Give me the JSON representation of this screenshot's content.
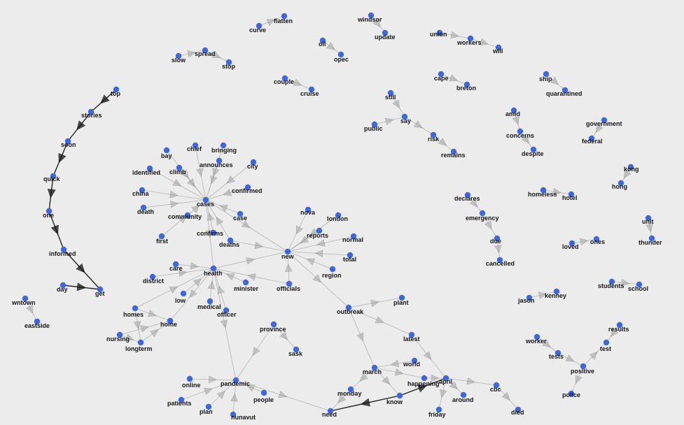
{
  "graph": {
    "style": {
      "node_color": "#3f66dc",
      "edge_color": "#b4b4b4",
      "strong_edge_color": "#222222",
      "background": "#ececec"
    },
    "nodes": [
      {
        "id": "flatten",
        "label": "flatten"
      },
      {
        "id": "curve",
        "label": "curve"
      },
      {
        "id": "spread",
        "label": "spread"
      },
      {
        "id": "slow",
        "label": "slow"
      },
      {
        "id": "stop",
        "label": "stop"
      },
      {
        "id": "oil",
        "label": "oil"
      },
      {
        "id": "opec",
        "label": "opec"
      },
      {
        "id": "windsor",
        "label": "windsor"
      },
      {
        "id": "update",
        "label": "update"
      },
      {
        "id": "union",
        "label": "union"
      },
      {
        "id": "workers",
        "label": "workers"
      },
      {
        "id": "will",
        "label": "will"
      },
      {
        "id": "couple",
        "label": "couple"
      },
      {
        "id": "cruise",
        "label": "cruise"
      },
      {
        "id": "cape",
        "label": "cape"
      },
      {
        "id": "breton",
        "label": "breton"
      },
      {
        "id": "ship",
        "label": "ship"
      },
      {
        "id": "quarantined",
        "label": "quarantined"
      },
      {
        "id": "top",
        "label": "top"
      },
      {
        "id": "stories",
        "label": "stories"
      },
      {
        "id": "soon",
        "label": "soon"
      },
      {
        "id": "quick",
        "label": "quick"
      },
      {
        "id": "one",
        "label": "one"
      },
      {
        "id": "informed",
        "label": "informed"
      },
      {
        "id": "get",
        "label": "get"
      },
      {
        "id": "day",
        "label": "day"
      },
      {
        "id": "still",
        "label": "still"
      },
      {
        "id": "say",
        "label": "say"
      },
      {
        "id": "public",
        "label": "public"
      },
      {
        "id": "risk",
        "label": "risk"
      },
      {
        "id": "remains",
        "label": "remains"
      },
      {
        "id": "amid",
        "label": "amid"
      },
      {
        "id": "concerns",
        "label": "concerns"
      },
      {
        "id": "despite",
        "label": "despite"
      },
      {
        "id": "government",
        "label": "government"
      },
      {
        "id": "federal",
        "label": "federal"
      },
      {
        "id": "kong",
        "label": "kong"
      },
      {
        "id": "hong",
        "label": "hong"
      },
      {
        "id": "bay",
        "label": "bay"
      },
      {
        "id": "chief",
        "label": "chief"
      },
      {
        "id": "bringing",
        "label": "bringing"
      },
      {
        "id": "announces",
        "label": "announces"
      },
      {
        "id": "city",
        "label": "city"
      },
      {
        "id": "identified",
        "label": "identified"
      },
      {
        "id": "climb",
        "label": "climb"
      },
      {
        "id": "confirmed",
        "label": "confirmed"
      },
      {
        "id": "china",
        "label": "china"
      },
      {
        "id": "cases",
        "label": "cases"
      },
      {
        "id": "death",
        "label": "death"
      },
      {
        "id": "community",
        "label": "community"
      },
      {
        "id": "case",
        "label": "case"
      },
      {
        "id": "confirms",
        "label": "confirms"
      },
      {
        "id": "first",
        "label": "first"
      },
      {
        "id": "deaths",
        "label": "deaths"
      },
      {
        "id": "nova",
        "label": "nova"
      },
      {
        "id": "london",
        "label": "london"
      },
      {
        "id": "reports",
        "label": "reports"
      },
      {
        "id": "normal",
        "label": "normal"
      },
      {
        "id": "new",
        "label": "new"
      },
      {
        "id": "total",
        "label": "total"
      },
      {
        "id": "region",
        "label": "region"
      },
      {
        "id": "care",
        "label": "care"
      },
      {
        "id": "health",
        "label": "health"
      },
      {
        "id": "district",
        "label": "district"
      },
      {
        "id": "minister",
        "label": "minister"
      },
      {
        "id": "officials",
        "label": "officials"
      },
      {
        "id": "low",
        "label": "low"
      },
      {
        "id": "medical",
        "label": "medical"
      },
      {
        "id": "officer",
        "label": "officer"
      },
      {
        "id": "homes",
        "label": "homes"
      },
      {
        "id": "home",
        "label": "home"
      },
      {
        "id": "nursing",
        "label": "nursing"
      },
      {
        "id": "longterm",
        "label": "longterm"
      },
      {
        "id": "declares",
        "label": "declares"
      },
      {
        "id": "emergency",
        "label": "emergency"
      },
      {
        "id": "due",
        "label": "due"
      },
      {
        "id": "cancelled",
        "label": "cancelled"
      },
      {
        "id": "homeless",
        "label": "homeless"
      },
      {
        "id": "hotel",
        "label": "hotel"
      },
      {
        "id": "unit",
        "label": "unit"
      },
      {
        "id": "thunder",
        "label": "thunder"
      },
      {
        "id": "loved",
        "label": "loved"
      },
      {
        "id": "ones",
        "label": "ones"
      },
      {
        "id": "students",
        "label": "students"
      },
      {
        "id": "school",
        "label": "school"
      },
      {
        "id": "jason",
        "label": "jason"
      },
      {
        "id": "kenney",
        "label": "kenney"
      },
      {
        "id": "outbreak",
        "label": "outbreak"
      },
      {
        "id": "plant",
        "label": "plant"
      },
      {
        "id": "province",
        "label": "province"
      },
      {
        "id": "sask",
        "label": "sask"
      },
      {
        "id": "latest",
        "label": "latest"
      },
      {
        "id": "world",
        "label": "world"
      },
      {
        "id": "march",
        "label": "march"
      },
      {
        "id": "happening",
        "label": "happening"
      },
      {
        "id": "april",
        "label": "april"
      },
      {
        "id": "around",
        "label": "around"
      },
      {
        "id": "cbc",
        "label": "cbc"
      },
      {
        "id": "died",
        "label": "died"
      },
      {
        "id": "know",
        "label": "know"
      },
      {
        "id": "monday",
        "label": "monday"
      },
      {
        "id": "friday",
        "label": "friday"
      },
      {
        "id": "need",
        "label": "need"
      },
      {
        "id": "worker",
        "label": "worker"
      },
      {
        "id": "tests",
        "label": "tests"
      },
      {
        "id": "positive",
        "label": "positive"
      },
      {
        "id": "results",
        "label": "results"
      },
      {
        "id": "test",
        "label": "test"
      },
      {
        "id": "police",
        "label": "police"
      },
      {
        "id": "online",
        "label": "online"
      },
      {
        "id": "pandemic",
        "label": "pandemic"
      },
      {
        "id": "patients",
        "label": "patients"
      },
      {
        "id": "plan",
        "label": "plan"
      },
      {
        "id": "people",
        "label": "people"
      },
      {
        "id": "nunavut",
        "label": "nunavut"
      },
      {
        "id": "downtown",
        "label": "wntown"
      },
      {
        "id": "eastside",
        "label": "eastside"
      }
    ],
    "edges": [
      [
        "curve",
        "flatten",
        0
      ],
      [
        "slow",
        "spread",
        0
      ],
      [
        "spread",
        "stop",
        0
      ],
      [
        "oil",
        "opec",
        0
      ],
      [
        "windsor",
        "update",
        0
      ],
      [
        "union",
        "workers",
        0
      ],
      [
        "workers",
        "will",
        0
      ],
      [
        "couple",
        "cruise",
        0
      ],
      [
        "cape",
        "breton",
        0
      ],
      [
        "ship",
        "quarantined",
        0
      ],
      [
        "top",
        "stories",
        1
      ],
      [
        "stories",
        "soon",
        1
      ],
      [
        "soon",
        "quick",
        1
      ],
      [
        "quick",
        "one",
        1
      ],
      [
        "one",
        "informed",
        1
      ],
      [
        "informed",
        "get",
        1
      ],
      [
        "day",
        "get",
        1
      ],
      [
        "still",
        "say",
        0
      ],
      [
        "public",
        "say",
        0
      ],
      [
        "say",
        "risk",
        0
      ],
      [
        "risk",
        "remains",
        0
      ],
      [
        "amid",
        "concerns",
        0
      ],
      [
        "concerns",
        "despite",
        0
      ],
      [
        "government",
        "federal",
        0
      ],
      [
        "kong",
        "hong",
        0
      ],
      [
        "bay",
        "cases",
        0
      ],
      [
        "chief",
        "cases",
        0
      ],
      [
        "bringing",
        "cases",
        0
      ],
      [
        "announces",
        "cases",
        0
      ],
      [
        "city",
        "cases",
        0
      ],
      [
        "identified",
        "cases",
        0
      ],
      [
        "climb",
        "cases",
        0
      ],
      [
        "confirmed",
        "cases",
        0
      ],
      [
        "china",
        "cases",
        0
      ],
      [
        "death",
        "cases",
        0
      ],
      [
        "community",
        "cases",
        0
      ],
      [
        "case",
        "cases",
        0
      ],
      [
        "confirms",
        "cases",
        0
      ],
      [
        "first",
        "cases",
        0
      ],
      [
        "deaths",
        "cases",
        0
      ],
      [
        "cases",
        "new",
        0
      ],
      [
        "cases",
        "health",
        0
      ],
      [
        "nova",
        "new",
        0
      ],
      [
        "london",
        "new",
        0
      ],
      [
        "reports",
        "new",
        0
      ],
      [
        "normal",
        "new",
        0
      ],
      [
        "total",
        "new",
        0
      ],
      [
        "region",
        "new",
        0
      ],
      [
        "deaths",
        "new",
        0
      ],
      [
        "officials",
        "new",
        0
      ],
      [
        "health",
        "new",
        0
      ],
      [
        "new",
        "outbreak",
        0
      ],
      [
        "care",
        "health",
        0
      ],
      [
        "district",
        "health",
        0
      ],
      [
        "minister",
        "health",
        0
      ],
      [
        "officials",
        "health",
        0
      ],
      [
        "low",
        "health",
        0
      ],
      [
        "medical",
        "health",
        0
      ],
      [
        "officer",
        "health",
        0
      ],
      [
        "health",
        "home",
        0
      ],
      [
        "homes",
        "health",
        0
      ],
      [
        "health",
        "pandemic",
        0
      ],
      [
        "nursing",
        "home",
        0
      ],
      [
        "longterm",
        "home",
        0
      ],
      [
        "homes",
        "longterm",
        0
      ],
      [
        "nursing",
        "longterm",
        0
      ],
      [
        "homes",
        "home",
        0
      ],
      [
        "declares",
        "emergency",
        0
      ],
      [
        "emergency",
        "due",
        0
      ],
      [
        "due",
        "cancelled",
        0
      ],
      [
        "homeless",
        "hotel",
        0
      ],
      [
        "unit",
        "thunder",
        0
      ],
      [
        "loved",
        "ones",
        0
      ],
      [
        "students",
        "school",
        0
      ],
      [
        "jason",
        "kenney",
        0
      ],
      [
        "outbreak",
        "plant",
        0
      ],
      [
        "outbreak",
        "latest",
        0
      ],
      [
        "outbreak",
        "march",
        0
      ],
      [
        "province",
        "sask",
        0
      ],
      [
        "latest",
        "april",
        0
      ],
      [
        "world",
        "march",
        0
      ],
      [
        "march",
        "happening",
        0
      ],
      [
        "happening",
        "april",
        0
      ],
      [
        "april",
        "around",
        0
      ],
      [
        "april",
        "cbc",
        0
      ],
      [
        "cbc",
        "died",
        0
      ],
      [
        "april",
        "friday",
        0
      ],
      [
        "march",
        "know",
        0
      ],
      [
        "know",
        "april",
        1
      ],
      [
        "know",
        "need",
        1
      ],
      [
        "monday",
        "need",
        0
      ],
      [
        "march",
        "monday",
        0
      ],
      [
        "worker",
        "tests",
        0
      ],
      [
        "tests",
        "positive",
        0
      ],
      [
        "positive",
        "test",
        0
      ],
      [
        "results",
        "test",
        0
      ],
      [
        "positive",
        "police",
        0
      ],
      [
        "online",
        "pandemic",
        0
      ],
      [
        "patients",
        "pandemic",
        0
      ],
      [
        "plan",
        "pandemic",
        0
      ],
      [
        "people",
        "pandemic",
        0
      ],
      [
        "nunavut",
        "pandemic",
        0
      ],
      [
        "pandemic",
        "need",
        0
      ],
      [
        "province",
        "pandemic",
        0
      ],
      [
        "downtown",
        "eastside",
        0
      ]
    ]
  }
}
